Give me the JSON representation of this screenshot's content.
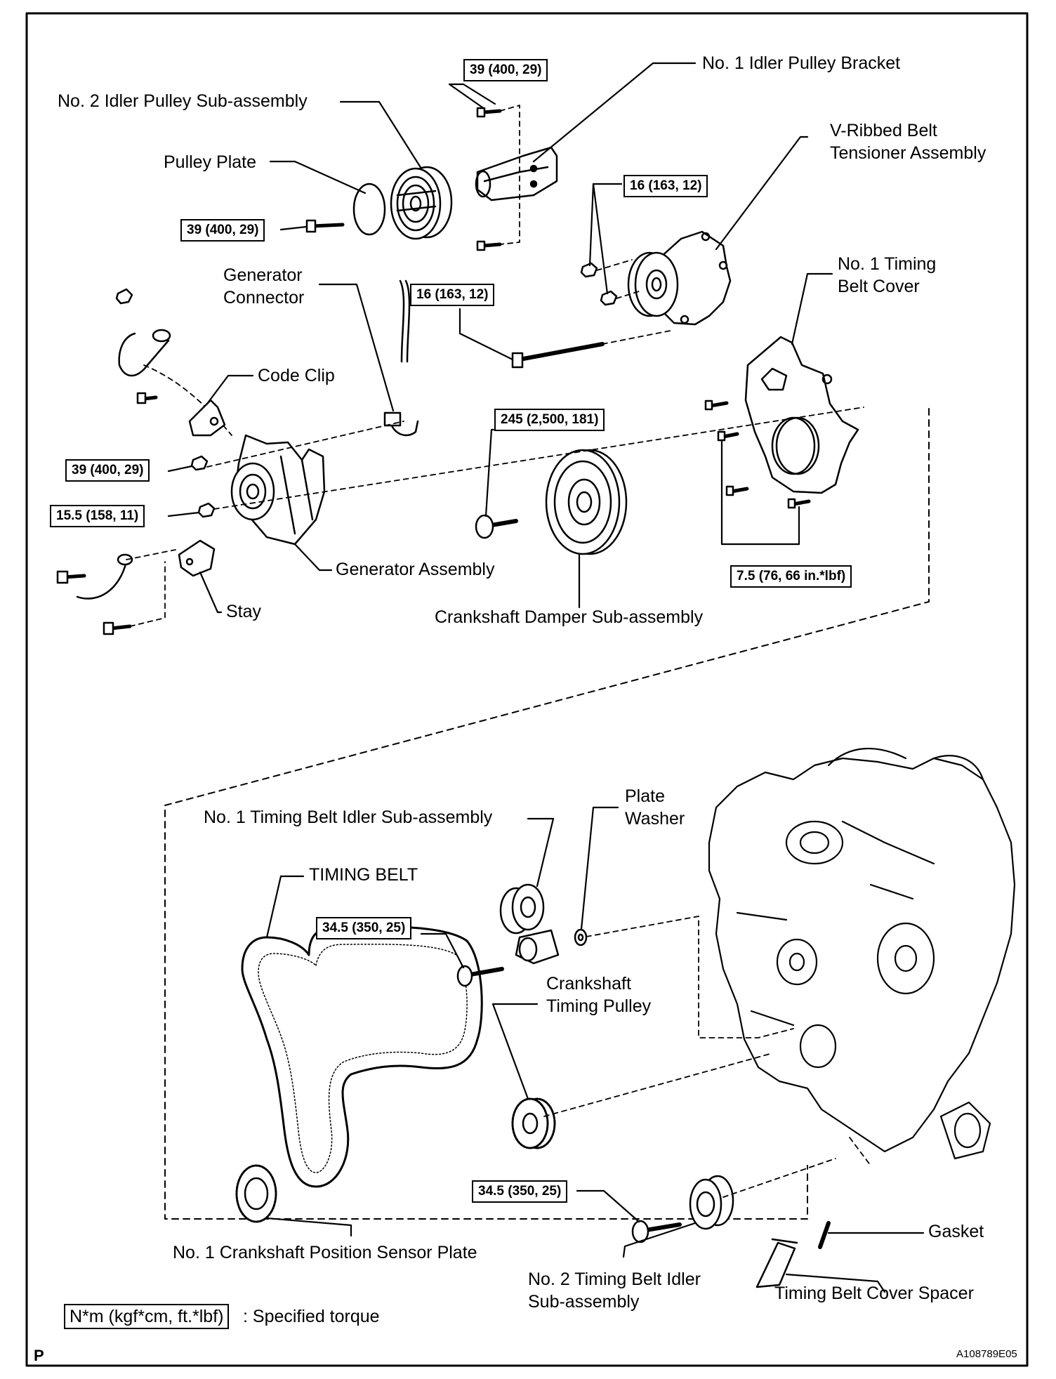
{
  "labels": {
    "idler_bracket": "No. 1 Idler Pulley Bracket",
    "idler2_sub": "No. 2 Idler Pulley Sub-assembly",
    "pulley_plate": "Pulley Plate",
    "vribbed_1": "V-Ribbed Belt",
    "vribbed_2": "Tensioner Assembly",
    "gen_conn_1": "Generator",
    "gen_conn_2": "Connector",
    "tbc_1": "No. 1 Timing",
    "tbc_2": "Belt Cover",
    "code_clip": "Code Clip",
    "generator": "Generator Assembly",
    "stay": "Stay",
    "crank_damper": "Crankshaft Damper Sub-assembly",
    "tb_idler1": "No. 1 Timing Belt Idler Sub-assembly",
    "plate_1": "Plate",
    "plate_2": "Washer",
    "timing_belt": "TIMING BELT",
    "crank_tp_1": "Crankshaft",
    "crank_tp_2": "Timing Pulley",
    "sensor_plate": "No. 1 Crankshaft Position Sensor Plate",
    "tb_idler2_1": "No. 2 Timing Belt Idler",
    "tb_idler2_2": "Sub-assembly",
    "gasket": "Gasket",
    "spacer": "Timing Belt Cover Spacer"
  },
  "torques": {
    "t1": "39 (400, 29)",
    "t2": "39 (400, 29)",
    "t3": "16 (163, 12)",
    "t4": "16 (163, 12)",
    "t5": "245 (2,500, 181)",
    "t6": "39 (400, 29)",
    "t7": "15.5 (158, 11)",
    "t8": "7.5 (76, 66 in.*lbf)",
    "t9": "34.5 (350, 25)",
    "t10": "34.5 (350, 25)"
  },
  "legend": {
    "unit": "N*m (kgf*cm, ft.*lbf)",
    "text": ": Specified torque"
  },
  "corner": {
    "left": "P",
    "right": "A108789E05"
  }
}
